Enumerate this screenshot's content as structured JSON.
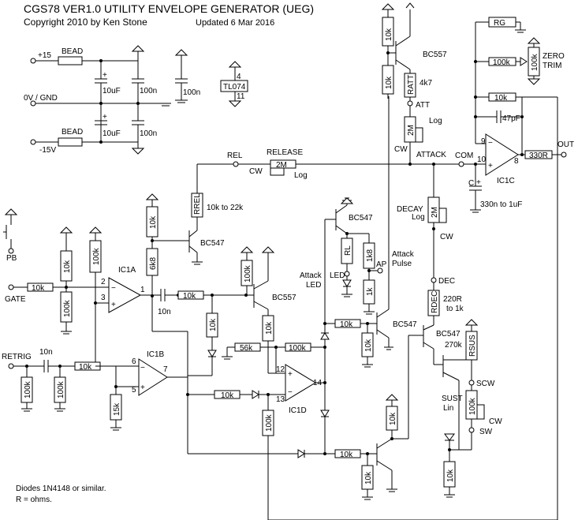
{
  "title": "CGS78 VER1.0 UTILITY ENVELOPE GENERATOR (UEG)",
  "copyright": "Copyright 2010 by Ken Stone",
  "updated": "Updated 6 Mar 2016",
  "notes": [
    "Diodes 1N4148 or similar.",
    "R = ohms."
  ],
  "power": {
    "plus": "+15",
    "gnd": "0V / GND",
    "minus": "-15V",
    "bead": "BEAD",
    "c_elec": "10uF",
    "c_cer": "100n",
    "plus_sign": "+",
    "ic": "TL074",
    "pin_vcc": "4",
    "pin_vee": "11"
  },
  "inputs": {
    "pb": "PB",
    "gate": "GATE",
    "retrig": "RETRIG"
  },
  "opamps": {
    "a": "IC1A",
    "b": "IC1B",
    "c": "IC1C",
    "d": "IC1D"
  },
  "pins": {
    "a2": "2",
    "a3": "3",
    "a1": "1",
    "b6": "6",
    "b5": "5",
    "b7": "7",
    "d12": "12",
    "d13": "13",
    "d14": "14",
    "c9": "9",
    "c10": "10",
    "c8": "8",
    "minus": "−",
    "plus": "+"
  },
  "res": {
    "gate": "10k",
    "gate_div": "10k",
    "gate_gnd": "100k",
    "a_bias": "100k",
    "a_out": "10k",
    "a_pull": "6k8",
    "q1_pull": "10k",
    "q2_bias": "100k",
    "q2_c": "10k",
    "gate_diode": "10k",
    "fb_56k": "56k",
    "fb_100k": "100k",
    "retrig_in": "10k",
    "retrig_gnd1": "100k",
    "retrig_gnd2": "100k",
    "b_gnd": "15k",
    "d_out": "10k",
    "d_gnd": "100k",
    "d_to_q": "10k",
    "q3_b": "10k",
    "q3_gnd": "10k",
    "q5_b": "10k",
    "q5_gnd": "10k",
    "q5_pull": "10k",
    "top1": "10k",
    "top2": "10k",
    "led_gnd": "1k",
    "led_b": "1k8",
    "rg_box": "RG",
    "zero_trim_res": "100k",
    "zero_trim_pot": "100k",
    "fb_c": "10k",
    "out": "330R",
    "sust_pot": "100k",
    "sust_gnd": "10k"
  },
  "labels": {
    "rrel": "RREL",
    "rrel_range": "10k to 22k",
    "rel": "REL",
    "release": "RELEASE",
    "pot_2m": "2M",
    "log": "Log",
    "cw": "CW",
    "ratt": "RATT",
    "ratt_val": "4k7",
    "att": "ATT",
    "attack": "ATTACK",
    "com": "COM",
    "decay": "DECAY",
    "dec": "DEC",
    "rdec": "RDEC",
    "rdec_range1": "220R",
    "rdec_range2": "to 1k",
    "rsus": "RSUS",
    "rsus_val": "270k",
    "sust1": "SUST",
    "sust2": "Lin",
    "scw": "SCW",
    "sw": "SW",
    "rl": "RL",
    "led": "LED",
    "ap": "AP",
    "attack_pulse1": "Attack",
    "attack_pulse2": "Pulse",
    "attack_led1": "Attack",
    "attack_led2": "LED",
    "zero_trim1": "ZERO",
    "zero_trim2": "TRIM",
    "out": "OUT",
    "cap_c": "C",
    "cap_c_range": "330n to 1uF",
    "cap_47p": "47pF",
    "cap_10n_a": "10n",
    "cap_10n_b": "10n",
    "c_label_plus": "+"
  },
  "transistors": {
    "q_bc547_a": "BC547",
    "q_bc557_a": "BC557",
    "q_bc557_top": "BC557",
    "q_bc547_led": "BC547",
    "q_bc547_mid": "BC547",
    "q_bc547_dec": "BC547"
  }
}
